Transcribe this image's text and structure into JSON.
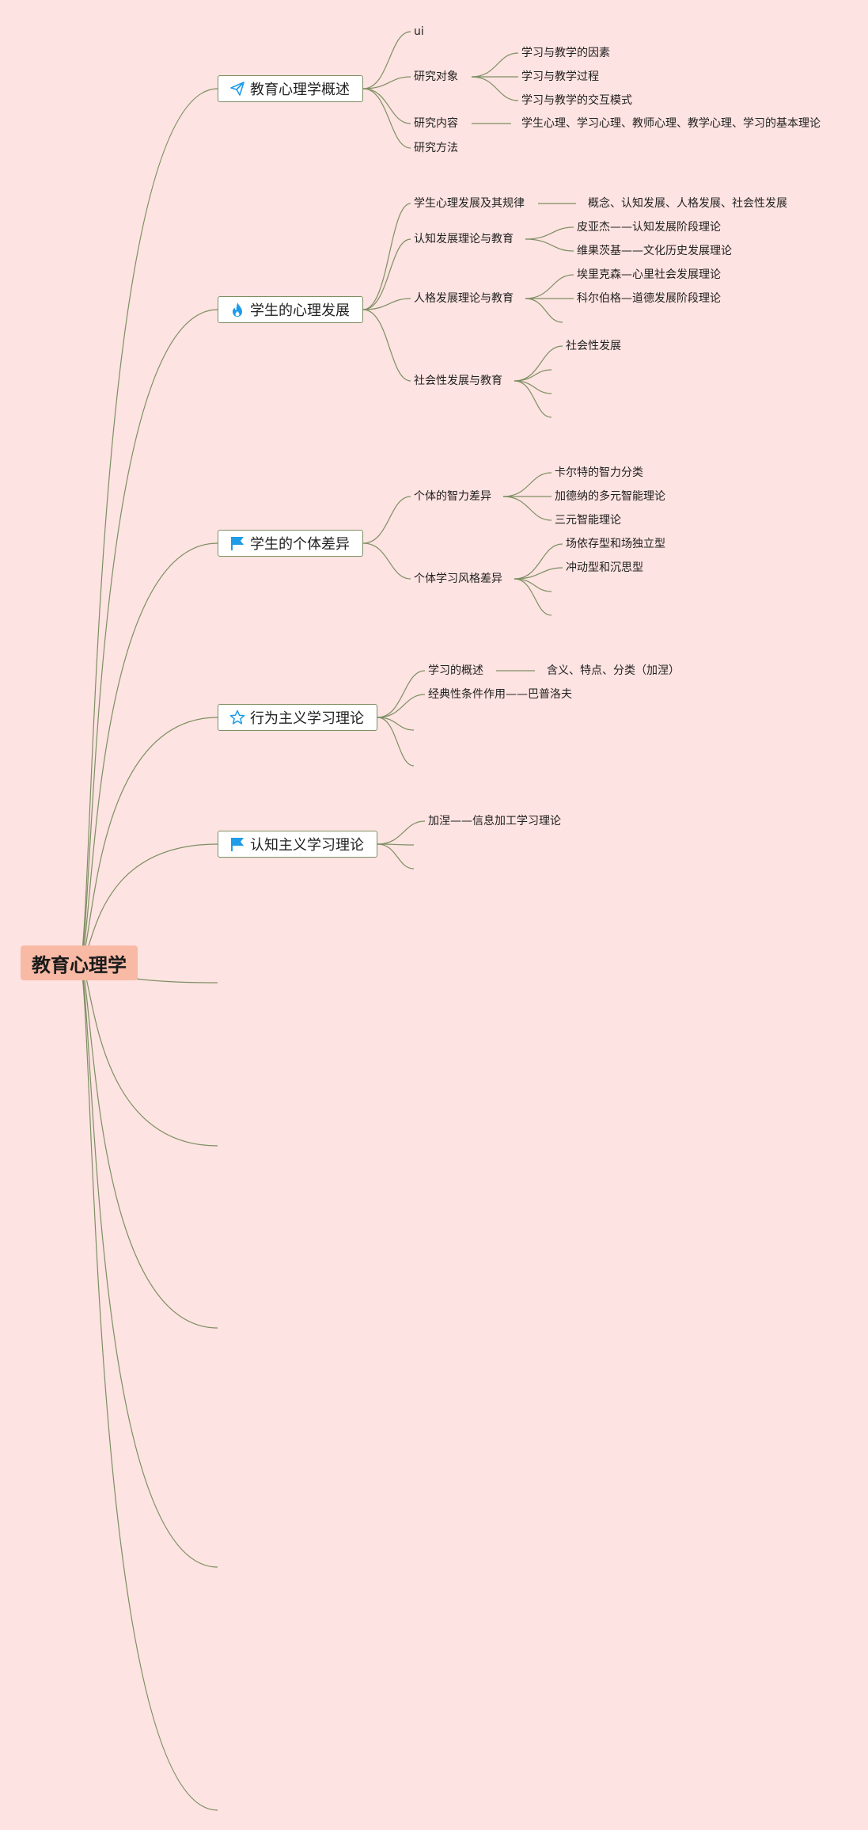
{
  "root": {
    "label": "教育心理学"
  },
  "branches": [
    {
      "label": "教育心理学概述",
      "icon": "paper-plane-icon",
      "children": [
        {
          "label": "ui"
        },
        {
          "label": "研究对象",
          "children": [
            "学习与教学的因素",
            "学习与教学过程",
            "学习与教学的交互模式"
          ]
        },
        {
          "label": "研究内容",
          "children": [
            "学生心理、学习心理、教师心理、教学心理、学习的基本理论"
          ]
        },
        {
          "label": "研究方法"
        }
      ]
    },
    {
      "label": "学生的心理发展",
      "icon": "flame-icon",
      "children": [
        {
          "label": "学生心理发展及其规律",
          "children": [
            "概念、认知发展、人格发展、社会性发展"
          ]
        },
        {
          "label": "认知发展理论与教育",
          "children": [
            "皮亚杰——认知发展阶段理论",
            "维果茨基——文化历史发展理论"
          ]
        },
        {
          "label": "人格发展理论与教育",
          "children": [
            "埃里克森—心里社会发展理论",
            "科尔伯格—道德发展阶段理论"
          ]
        },
        {
          "label": "社会性发展与教育",
          "children": [
            "社会性发展",
            "",
            "",
            ""
          ]
        }
      ]
    },
    {
      "label": "学生的个体差异",
      "icon": "flag-icon",
      "children": [
        {
          "label": "个体的智力差异",
          "children": [
            "卡尔特的智力分类",
            "加德纳的多元智能理论",
            "三元智能理论"
          ]
        },
        {
          "label": "个体学习风格差异",
          "children": [
            "场依存型和场独立型",
            "冲动型和沉思型",
            "",
            ""
          ]
        }
      ]
    },
    {
      "label": "行为主义学习理论",
      "icon": "star-icon",
      "children": [
        {
          "label": "学习的概述",
          "children": [
            "含义、特点、分类（加涅）"
          ]
        },
        {
          "label": "经典性条件作用——巴普洛夫"
        },
        {
          "label": ""
        },
        {
          "label": ""
        }
      ]
    },
    {
      "label": "认知主义学习理论",
      "icon": "flag-icon",
      "children": [
        {
          "label": "加涅——信息加工学习理论"
        },
        {
          "label": ""
        },
        {
          "label": ""
        }
      ]
    },
    {
      "label": "",
      "children": []
    },
    {
      "label": "",
      "children": []
    },
    {
      "label": "",
      "children": []
    },
    {
      "label": "",
      "children": []
    },
    {
      "label": "",
      "children": []
    }
  ],
  "colors": {
    "background": "#fde3e1",
    "root_fill": "#f8b9a5",
    "connector": "#7e8f63",
    "icon_blue": "#1e9be9"
  }
}
